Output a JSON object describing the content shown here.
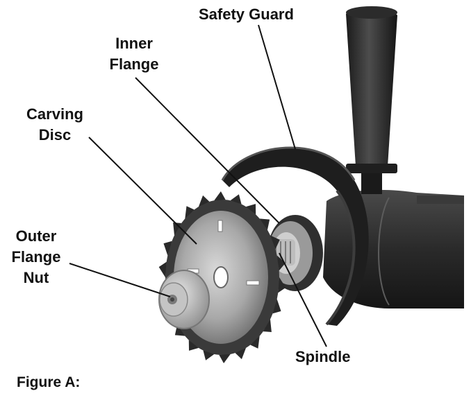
{
  "labels": {
    "safety_guard": "Safety Guard",
    "inner_flange": [
      "Inner",
      "Flange"
    ],
    "carving_disc": [
      "Carving",
      "Disc"
    ],
    "outer_flange_nut": [
      "Outer",
      "Flange",
      "Nut"
    ],
    "spindle": "Spindle"
  },
  "caption": "Figure A:"
}
